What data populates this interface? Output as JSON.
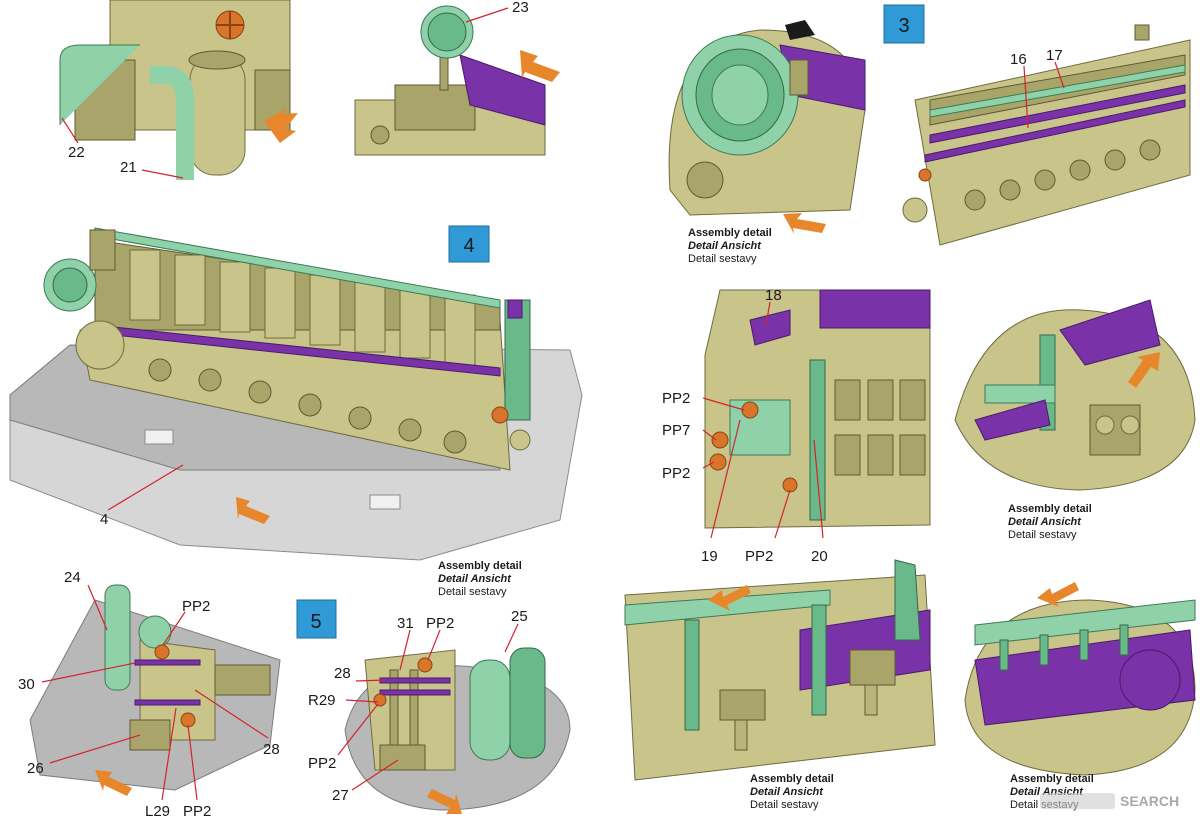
{
  "steps": [
    "3",
    "4",
    "5"
  ],
  "part_labels": {
    "p21": "21",
    "p22": "22",
    "p23": "23",
    "p4": "4",
    "p16": "16",
    "p17": "17",
    "p18": "18",
    "p19": "19",
    "p20": "20",
    "pp2_a": "PP2",
    "pp7": "PP7",
    "pp2_b": "PP2",
    "pp2_c": "PP2",
    "p24": "24",
    "p25": "25",
    "p26": "26",
    "p27": "27",
    "p28_a": "28",
    "p28_b": "28",
    "p30": "30",
    "p31": "31",
    "l29": "L29",
    "r29": "R29",
    "pp2_d": "PP2",
    "pp2_e": "PP2",
    "pp2_f": "PP2",
    "pp2_g": "PP2"
  },
  "assembly_note": {
    "line1": "Assembly detail",
    "line2": "Detail Ansicht",
    "line3": "Detail sestavy"
  },
  "watermark": "SEARCH",
  "colors": {
    "khaki": "#c9c48a",
    "mint": "#8fd1a8",
    "purple": "#7a32a8",
    "grey": "#b8b8b8",
    "orange": "#d9752a",
    "arrow": "#e8862c",
    "step_box": "#2f9ad6"
  }
}
